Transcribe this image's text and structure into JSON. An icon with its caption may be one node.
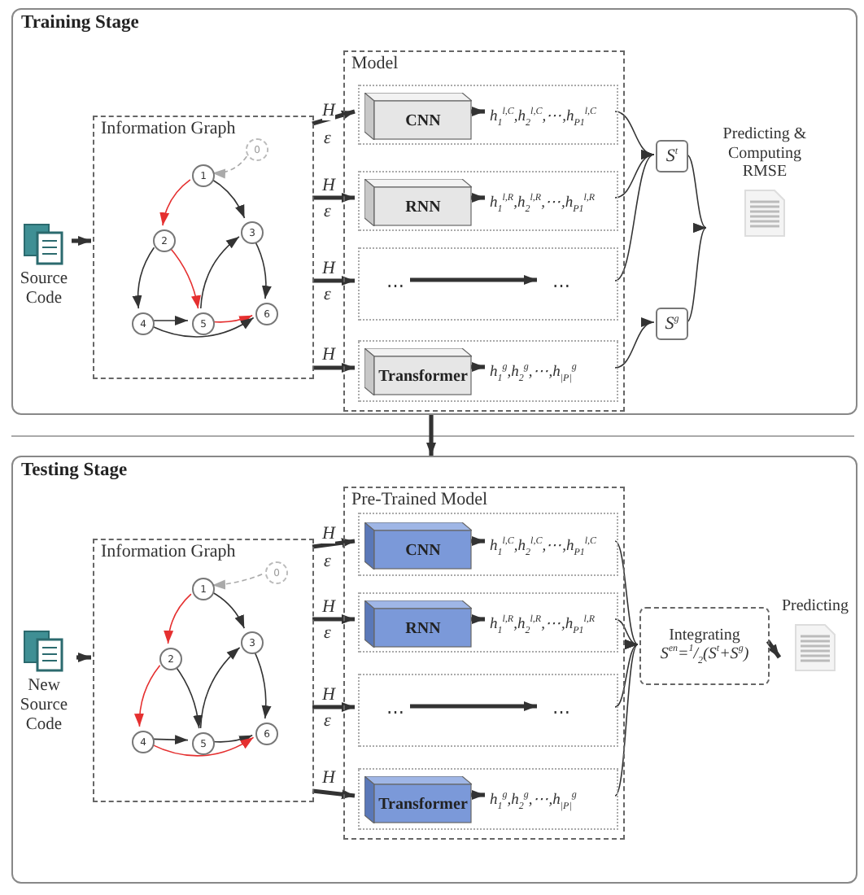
{
  "diagram": {
    "nodes": [
      {
        "text": [
          "Training Stage"
        ]
      },
      {
        "text": [
          "Source Code"
        ],
        "in": 0
      },
      {
        "text": [
          "Information Graph"
        ],
        "in": 0
      },
      {
        "text": [
          "0"
        ],
        "in": 2
      },
      {
        "text": [
          "1"
        ],
        "in": 2
      },
      {
        "text": [
          "2"
        ],
        "in": 2
      },
      {
        "text": [
          "3"
        ],
        "in": 2
      },
      {
        "text": [
          "4"
        ],
        "in": 2
      },
      {
        "text": [
          "5"
        ],
        "in": 2
      },
      {
        "text": [
          "6"
        ],
        "in": 2
      },
      {
        "text": [
          "Model"
        ],
        "in": 0
      },
      {
        "text": [],
        "shape": "box",
        "in": 10
      },
      {
        "text": [
          "CNN"
        ],
        "in": 11
      },
      {
        "text": [
          "h$_{1}$$^{l,C}$,h$_{2}$$^{l,C}$,⋯,h$_{P1}$$^{l,C}$"
        ],
        "in": 11
      },
      {
        "text": [],
        "shape": "box",
        "in": 10
      },
      {
        "text": [
          "RNN"
        ],
        "in": 14
      },
      {
        "text": [
          "h$_{1}$$^{l,R}$,h$_{2}$$^{l,R}$,⋯,h$_{P1}$$^{l,R}$"
        ],
        "in": 14
      },
      {
        "text": [],
        "shape": "box",
        "in": 10
      },
      {
        "text": [
          "⋯"
        ],
        "in": 17
      },
      {
        "text": [
          "⋯"
        ],
        "in": 17
      },
      {
        "text": [],
        "shape": "box",
        "in": 10
      },
      {
        "text": [
          "Transformer"
        ],
        "in": 20
      },
      {
        "text": [
          "h$_{1}$$^{g}$,h$_{2}$$^{g}$,⋯,h$_{|P|}$$^{g}$"
        ],
        "in": 20
      },
      {
        "text": [
          "S$^{t}$"
        ],
        "in": 0
      },
      {
        "text": [
          "S$^{g}$"
        ],
        "in": 0
      },
      {
        "text": [
          "Predicting & Computing RMSE"
        ],
        "in": 0
      },
      {
        "text": [
          "Testing Stage"
        ]
      },
      {
        "text": [
          "New Source Code"
        ],
        "in": 26
      },
      {
        "text": [
          "Information Graph"
        ],
        "in": 26
      },
      {
        "text": [
          "0"
        ],
        "in": 28
      },
      {
        "text": [
          "1"
        ],
        "in": 28
      },
      {
        "text": [
          "2"
        ],
        "in": 28
      },
      {
        "text": [
          "3"
        ],
        "in": 28
      },
      {
        "text": [
          "4"
        ],
        "in": 28
      },
      {
        "text": [
          "5"
        ],
        "in": 28
      },
      {
        "text": [
          "6"
        ],
        "in": 28
      },
      {
        "text": [
          "Pre-Trained Model"
        ],
        "in": 26
      },
      {
        "text": [],
        "shape": "box",
        "in": 36
      },
      {
        "text": [
          "CNN"
        ],
        "in": 37
      },
      {
        "text": [
          "h$_{1}$$^{l,C}$,h$_{2}$$^{l,C}$,⋯,h$_{P1}$$^{l,C}$"
        ],
        "in": 37
      },
      {
        "text": [],
        "shape": "box",
        "in": 36
      },
      {
        "text": [
          "RNN"
        ],
        "in": 40
      },
      {
        "text": [
          "h$_{1}$$^{l,R}$,h$_{2}$$^{l,R}$,⋯,h$_{P1}$$^{l,R}$"
        ],
        "in": 40
      },
      {
        "text": [],
        "shape": "box",
        "in": 36
      },
      {
        "text": [
          "⋯"
        ],
        "in": 43
      },
      {
        "text": [
          "⋯"
        ],
        "in": 43
      },
      {
        "text": [],
        "shape": "box",
        "in": 36
      },
      {
        "text": [
          "Transformer"
        ],
        "in": 46
      },
      {
        "text": [
          "h$_{1}$$^{g}$,h$_{2}$$^{g}$,⋯,h$_{|P|}$$^{g}$"
        ],
        "in": 46
      },
      {
        "text": [
          "Integrating",
          "S$^{en}$=$^{1}$/$_{2}$(S$^{t}$+S$^{g}$)"
        ],
        "in": 26
      },
      {
        "text": [
          "Predicting"
        ],
        "in": 26
      }
    ],
    "edges": [
      {
        "from": 1,
        "to": 2,
        "arrow": "to",
        "style": "thick"
      },
      {
        "from": 2,
        "to": 11,
        "arrow": "to",
        "style": "thick",
        "label": "H"
      },
      {
        "from": 2,
        "to": 14,
        "arrow": "to",
        "style": "thick",
        "label": "H"
      },
      {
        "from": 2,
        "to": 17,
        "arrow": "to",
        "style": "thick",
        "label": "H"
      },
      {
        "from": 2,
        "to": 20,
        "arrow": "to",
        "style": "thick",
        "label": "H"
      },
      {
        "from": 12,
        "to": 13,
        "arrow": "to",
        "style": "thick"
      },
      {
        "from": 15,
        "to": 16,
        "arrow": "to",
        "style": "thick"
      },
      {
        "from": 18,
        "to": 19,
        "arrow": "to",
        "style": "thick"
      },
      {
        "from": 21,
        "to": 22,
        "arrow": "to",
        "style": "thick"
      },
      {
        "from": 11,
        "to": 23,
        "arrow": "to"
      },
      {
        "from": 14,
        "to": 23,
        "arrow": "to"
      },
      {
        "from": 17,
        "to": 23,
        "arrow": "to"
      },
      {
        "from": 20,
        "to": 24,
        "arrow": "to"
      },
      {
        "from": 23,
        "to": 25,
        "arrow": "to"
      },
      {
        "from": 24,
        "to": 25,
        "arrow": "to"
      },
      {
        "from": 3,
        "to": 4,
        "arrow": "to",
        "style": "dashed",
        "color": "#aaaaaa"
      },
      {
        "from": 4,
        "to": 5,
        "arrow": "to",
        "color": "#e53030"
      },
      {
        "from": 4,
        "to": 6,
        "arrow": "to"
      },
      {
        "from": 5,
        "to": 7,
        "arrow": "to"
      },
      {
        "from": 5,
        "to": 8,
        "arrow": "to",
        "color": "#e53030"
      },
      {
        "from": 7,
        "to": 8,
        "arrow": "to"
      },
      {
        "from": 8,
        "to": 6,
        "arrow": "to"
      },
      {
        "from": 6,
        "to": 9,
        "arrow": "to"
      },
      {
        "from": 8,
        "to": 9,
        "arrow": "to",
        "color": "#e53030"
      },
      {
        "from": 7,
        "to": 9,
        "arrow": "to"
      },
      {
        "from": 0,
        "to": 26,
        "arrow": "to",
        "style": "thick"
      },
      {
        "from": 27,
        "to": 28,
        "arrow": "to",
        "style": "thick"
      },
      {
        "from": 28,
        "to": 37,
        "arrow": "to",
        "style": "thick",
        "label": "H"
      },
      {
        "from": 28,
        "to": 40,
        "arrow": "to",
        "style": "thick",
        "label": "H"
      },
      {
        "from": 28,
        "to": 43,
        "arrow": "to",
        "style": "thick",
        "label": "H"
      },
      {
        "from": 28,
        "to": 46,
        "arrow": "to",
        "style": "thick",
        "label": "H"
      },
      {
        "from": 38,
        "to": 39,
        "arrow": "to",
        "style": "thick"
      },
      {
        "from": 41,
        "to": 42,
        "arrow": "to",
        "style": "thick"
      },
      {
        "from": 44,
        "to": 45,
        "arrow": "to",
        "style": "thick"
      },
      {
        "from": 47,
        "to": 48,
        "arrow": "to",
        "style": "thick"
      },
      {
        "from": 37,
        "to": 49,
        "arrow": "to"
      },
      {
        "from": 40,
        "to": 49,
        "arrow": "to"
      },
      {
        "from": 43,
        "to": 49,
        "arrow": "to"
      },
      {
        "from": 46,
        "to": 49,
        "arrow": "to"
      },
      {
        "from": 49,
        "to": 50,
        "arrow": "to",
        "style": "thick"
      },
      {
        "from": 29,
        "to": 30,
        "arrow": "to",
        "style": "dashed",
        "color": "#aaaaaa"
      },
      {
        "from": 30,
        "to": 31,
        "arrow": "to",
        "color": "#e53030"
      },
      {
        "from": 30,
        "to": 32,
        "arrow": "to"
      },
      {
        "from": 31,
        "to": 33,
        "arrow": "to",
        "color": "#e53030"
      },
      {
        "from": 31,
        "to": 34,
        "arrow": "to"
      },
      {
        "from": 33,
        "to": 34,
        "arrow": "to"
      },
      {
        "from": 34,
        "to": 32,
        "arrow": "to"
      },
      {
        "from": 32,
        "to": 35,
        "arrow": "to"
      },
      {
        "from": 34,
        "to": 35,
        "arrow": "to"
      },
      {
        "from": 33,
        "to": 35,
        "arrow": "to",
        "color": "#e53030"
      }
    ],
    "labels": [
      "ε",
      "ε",
      "ε",
      "ε",
      "ε",
      "ε"
    ]
  }
}
